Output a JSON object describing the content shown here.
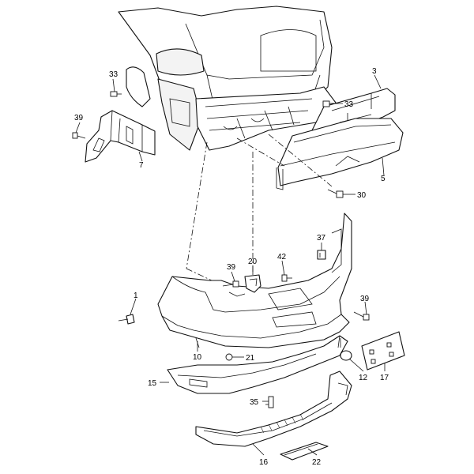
{
  "callouts": [
    {
      "id": "c33a",
      "text": "33"
    },
    {
      "id": "c39a",
      "text": "39"
    },
    {
      "id": "c7",
      "text": "7"
    },
    {
      "id": "c3",
      "text": "3"
    },
    {
      "id": "c33b",
      "text": "33"
    },
    {
      "id": "c5",
      "text": "5"
    },
    {
      "id": "c30",
      "text": "30"
    },
    {
      "id": "c37",
      "text": "37"
    },
    {
      "id": "c39b",
      "text": "39"
    },
    {
      "id": "c20",
      "text": "20"
    },
    {
      "id": "c42",
      "text": "42"
    },
    {
      "id": "c1",
      "text": "1"
    },
    {
      "id": "c39c",
      "text": "39"
    },
    {
      "id": "c10",
      "text": "10"
    },
    {
      "id": "c21",
      "text": "21"
    },
    {
      "id": "c12",
      "text": "12"
    },
    {
      "id": "c17",
      "text": "17"
    },
    {
      "id": "c15",
      "text": "15"
    },
    {
      "id": "c35",
      "text": "35"
    },
    {
      "id": "c16",
      "text": "16"
    },
    {
      "id": "c22",
      "text": "22"
    }
  ]
}
